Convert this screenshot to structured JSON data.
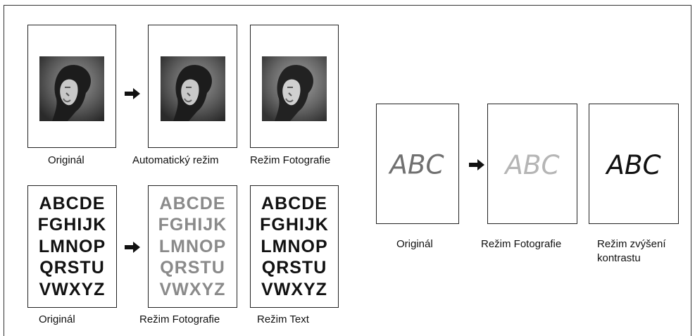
{
  "top_left": {
    "captions": [
      "Originál",
      "Automatický režim",
      "Režim Fotografie"
    ]
  },
  "bottom_left": {
    "letter_rows": [
      "ABCDE",
      "FGHIJK",
      "LMNOP",
      "QRSTU",
      "VWXYZ"
    ],
    "captions": [
      "Originál",
      "Režim Fotografie",
      "Režim Text"
    ]
  },
  "right": {
    "sample_text": "ABC",
    "captions": [
      "Originál",
      "Režim Fotografie",
      "Režim zvýšení",
      "kontrastu"
    ]
  },
  "colors": {
    "border": "#222222",
    "gray_text": "#8a8a8a",
    "dark_text": "#111111"
  }
}
